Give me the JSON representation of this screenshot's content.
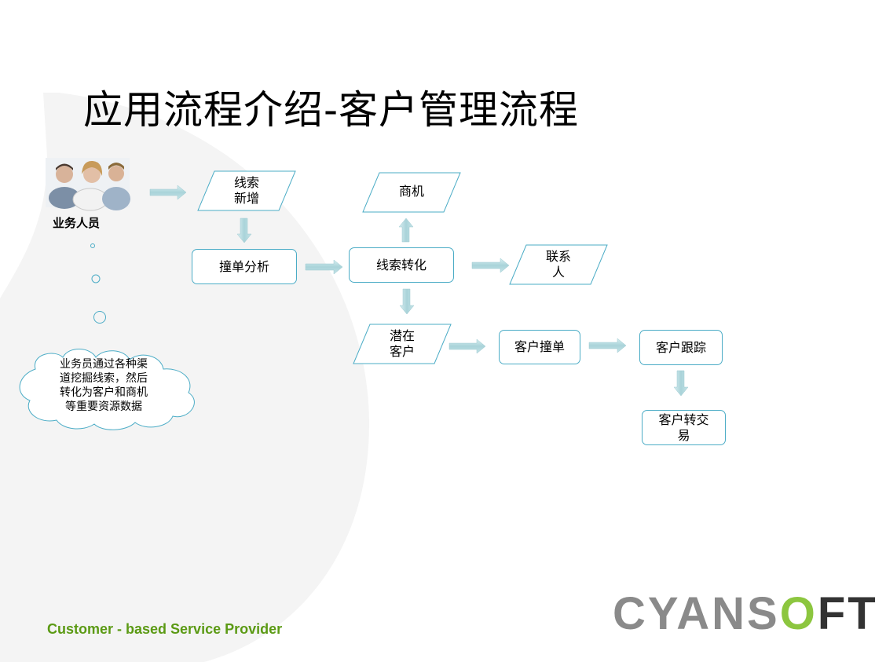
{
  "slide": {
    "title": "应用流程介绍-客户管理流程",
    "footer": "Customer - based Service Provider",
    "logo": {
      "part1": "CYANS",
      "part2": "O",
      "part3": "FT"
    }
  },
  "actor": {
    "label": "业务人员",
    "image": "people-photo"
  },
  "note": {
    "text": "业务员通过各种渠\n道挖掘线索，然后\n转化为客户和商机\n等重要资源数据"
  },
  "nodes": {
    "lead_new": "线索\n新增",
    "dedup_analysis": "撞单分析",
    "lead_convert": "线索转化",
    "opportunity": "商机",
    "contact": "联系\n人",
    "potential_customer": "潜在\n客户",
    "customer_dedup": "客户撞单",
    "customer_tracking": "客户跟踪",
    "customer_deal": "客户转交\n易"
  },
  "colors": {
    "node_border": "#4bacc6",
    "arrow": "#a9d3d9",
    "footer": "#5b9a14",
    "logo_gray": "#8a8a8a",
    "logo_green": "#8cc63f"
  }
}
